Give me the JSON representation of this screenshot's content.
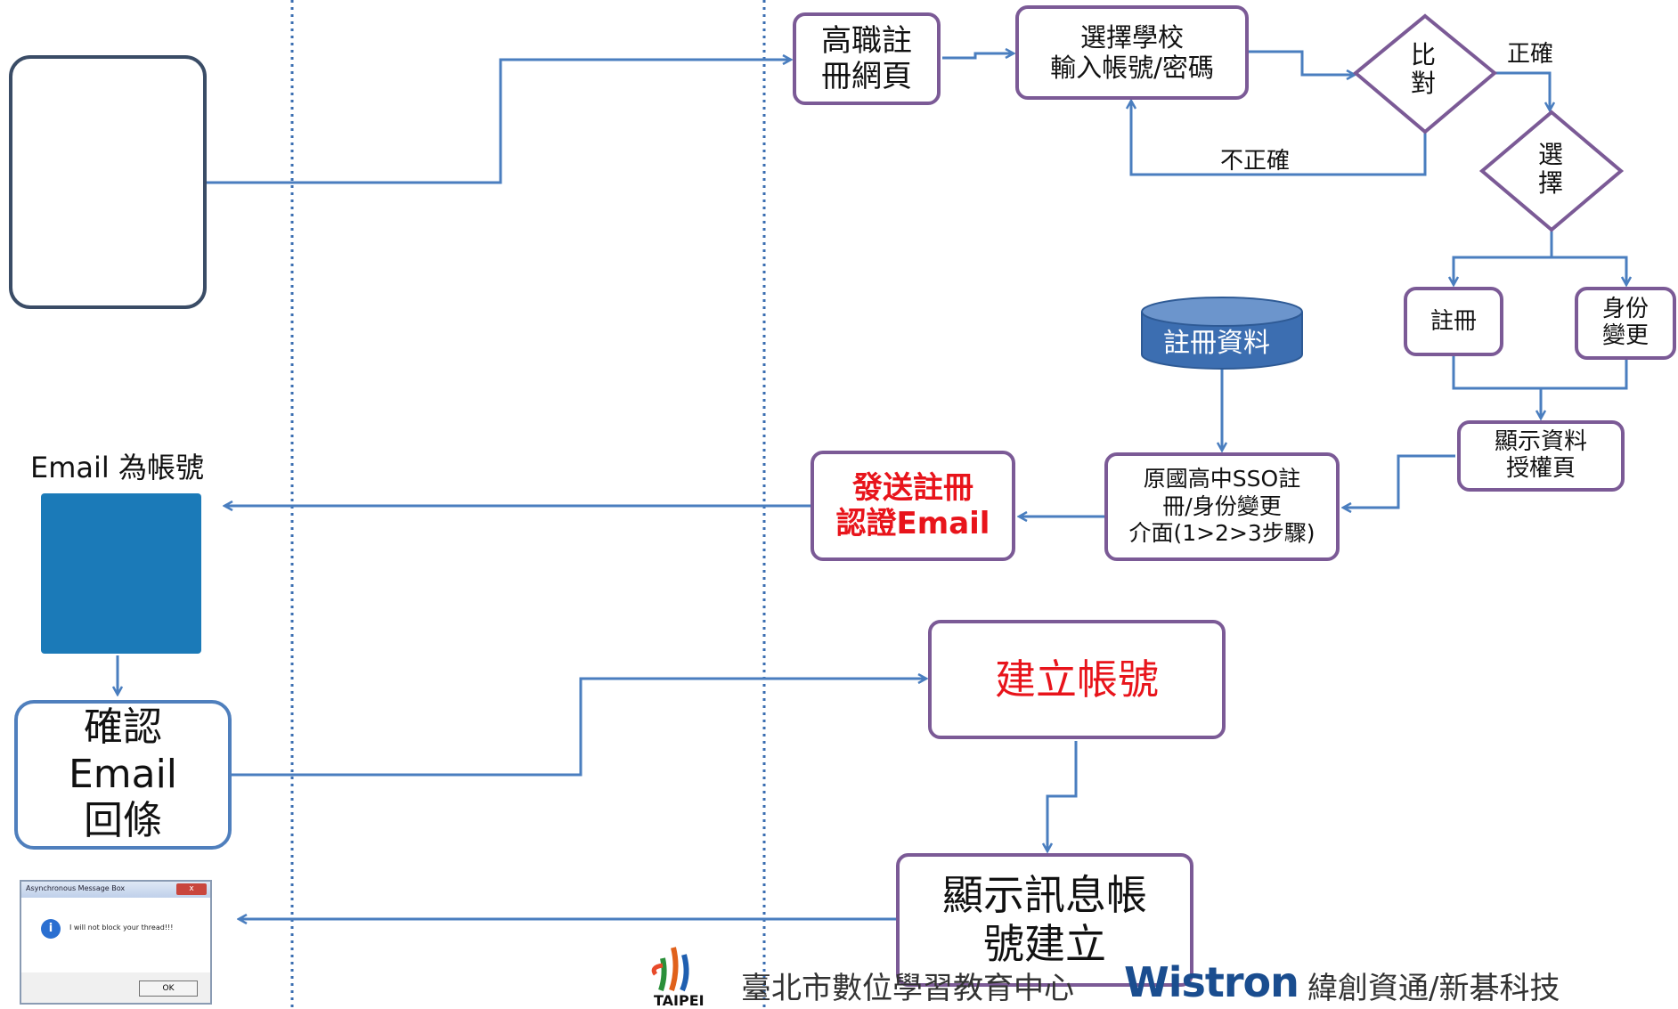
{
  "nodes": {
    "vocational_register_page": "高職註\n冊網頁",
    "select_school_login": "選擇學校\n輸入帳號/密碼",
    "compare_decision": "比\n對",
    "choose_decision": "選\n擇",
    "register": "註冊",
    "identity_change": "身份\n變更",
    "show_data_auth": "顯示資料\n授權頁",
    "registration_data": "註冊資料",
    "sso_interface": "原國高中SSO註\n冊/身份變更\n介面(1>2>3步驟)",
    "send_email": "發送註冊\n認證Email",
    "create_account": "建立帳號",
    "show_message": "顯示訊息帳\n號建立"
  },
  "edge_labels": {
    "correct": "正確",
    "incorrect": "不正確"
  },
  "email_as_account": "Email 為帳號",
  "confirm_email": {
    "line1": "確認",
    "line2": "Email",
    "line3": "回條"
  },
  "message_box": {
    "title": "Asynchronous Message Box",
    "close": "x",
    "text": "I will not block your thread!!!",
    "ok": "OK"
  },
  "footer": {
    "taipei": "TAIPEI",
    "org": "臺北市數位學習教育中心",
    "brand": "Wistron",
    "company": "緯創資通/新碁科技"
  },
  "colors": {
    "node_border": "#7b5a96",
    "edge": "#4a7ebf",
    "accent_red": "#e8141b",
    "db_fill": "#3c6eb1",
    "icon_blue": "#1b78b8"
  }
}
